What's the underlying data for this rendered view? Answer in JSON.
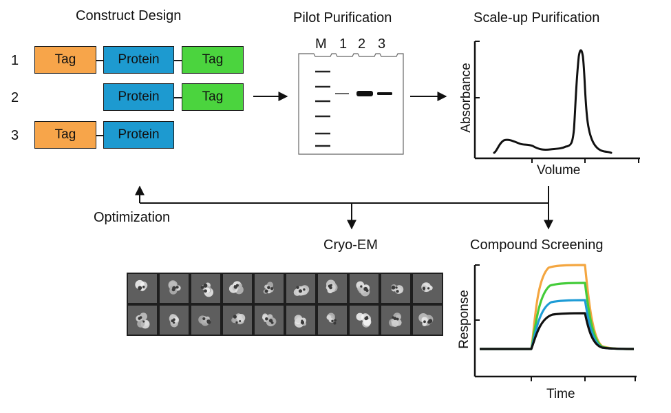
{
  "titles": {
    "construct_design": "Construct Design",
    "pilot_purification": "Pilot Purification",
    "scaleup_purification": "Scale-up Purification",
    "cryo_em": "Cryo-EM",
    "compound_screening": "Compound Screening",
    "optimization": "Optimization"
  },
  "constructs": [
    {
      "number": "1",
      "blocks": [
        {
          "label": "Tag",
          "kind": "tag-orange"
        },
        {
          "label": "Protein",
          "kind": "protein"
        },
        {
          "label": "Tag",
          "kind": "tag-green"
        }
      ]
    },
    {
      "number": "2",
      "blocks": [
        {
          "label": "Protein",
          "kind": "protein"
        },
        {
          "label": "Tag",
          "kind": "tag-green"
        }
      ]
    },
    {
      "number": "3",
      "blocks": [
        {
          "label": "Tag",
          "kind": "tag-orange"
        },
        {
          "label": "Protein",
          "kind": "protein"
        }
      ]
    }
  ],
  "gel": {
    "lanes": [
      "M",
      "1",
      "2",
      "3"
    ],
    "band_intensity": {
      "1": "faint",
      "2": "strong",
      "3": "medium"
    }
  },
  "scaleup_chart": {
    "xlabel": "Volume",
    "ylabel": "Absorbance"
  },
  "screening_chart": {
    "xlabel": "Time",
    "ylabel": "Response",
    "series_colors": [
      "#f4a640",
      "#44cc3a",
      "#1e9cd6",
      "#111111"
    ]
  },
  "colors": {
    "tag_orange": "#f7a54a",
    "tag_green": "#4bd43e",
    "protein_blue": "#1d9ad0"
  },
  "cryo_em": {
    "rows": 2,
    "columns": 10
  }
}
